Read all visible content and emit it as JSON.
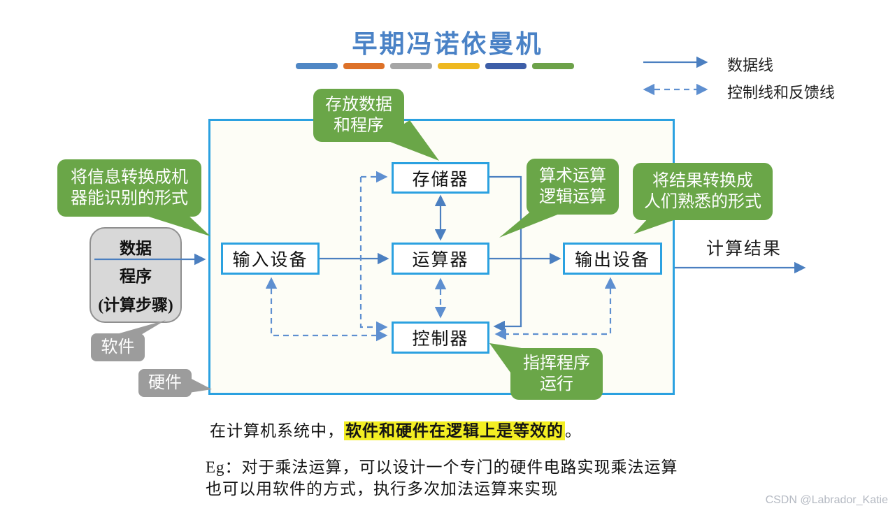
{
  "title": "早期冯诺依曼机",
  "title_bars": [
    "#4f87c5",
    "#dd7128",
    "#a5a5a5",
    "#eeb820",
    "#3d5ea8",
    "#6da24a"
  ],
  "legend": {
    "data_line": "数据线",
    "control_line": "控制线和反馈线"
  },
  "boxes": {
    "memory": "存储器",
    "input": "输入设备",
    "alu": "运算器",
    "output": "输出设备",
    "control": "控制器"
  },
  "bubbles": {
    "store": {
      "line1": "存放数据",
      "line2": "和程序"
    },
    "convert_in": {
      "line1": "将信息转换成机",
      "line2": "器能识别的形式"
    },
    "arith": {
      "line1": "算术运算",
      "line2": "逻辑运算"
    },
    "convert_out": {
      "line1": "将结果转换成",
      "line2": "人们熟悉的形式"
    },
    "command": {
      "line1": "指挥程序",
      "line2": "运行"
    }
  },
  "data_box": {
    "line1": "数据",
    "line2": "程序",
    "line3": "(计算步骤)"
  },
  "gray_tags": {
    "software": "软件",
    "hardware": "硬件"
  },
  "result_label": "计算结果",
  "notes": {
    "line1_prefix": "在计算机系统中，",
    "line1_highlight": "软件和硬件在逻辑上是等效的",
    "line1_suffix": "。",
    "line2": "Eg：对于乘法运算，可以设计一个专门的硬件电路实现乘法运算",
    "line3": "也可以用软件的方式，执行多次加法运算来实现"
  },
  "watermark": "CSDN @Labrador_Katie",
  "colors": {
    "title_blue": "#4a82c6",
    "box_border_blue": "#2ba1e0",
    "data_line_blue": "#4b7fc0",
    "control_line_blue": "#5e8fd0",
    "bubble_green": "#6aa648",
    "bubble_gray": "#9c9c9c",
    "highlight_yellow": "#f3ee23"
  }
}
